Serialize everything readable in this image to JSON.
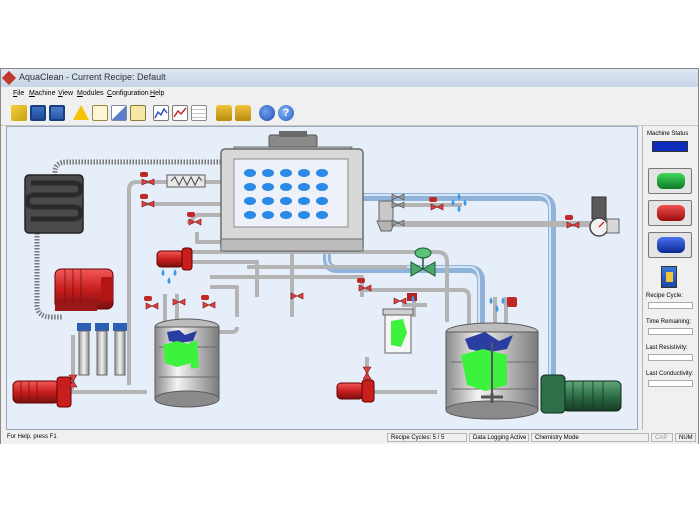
{
  "window": {
    "title": "AquaClean - Current Recipe: Default",
    "icon": "app-diamond-icon"
  },
  "menu": {
    "file": "File",
    "machine": "Machine",
    "view": "View",
    "modules": "Modules",
    "configuration": "Configuration",
    "help": "Help"
  },
  "toolbar": {
    "buttons": [
      "open-icon",
      "save-icon",
      "save-as-icon",
      "alarm-icon",
      "report-icon",
      "edit-icon",
      "log-icon",
      "chart-icon",
      "trend-icon",
      "grid-icon",
      "lock-icon",
      "unlock-icon",
      "connect-icon",
      "help-icon"
    ]
  },
  "side_panel": {
    "machine_status_label": "Machine Status",
    "machine_status_value": "",
    "start_button": "start-icon",
    "stop_button": "stop-icon",
    "pause_button": "pause-icon",
    "door_icon": "door-icon",
    "recipe_cycle_label": "Recipe Cycle:",
    "recipe_cycle_value": "",
    "time_remaining_label": "Time Remaining:",
    "time_remaining_value": "",
    "last_resistivity_label": "Last Resistivity:",
    "last_resistivity_value": "",
    "last_conductivity_label": "Last Conductivity:",
    "last_conductivity_value": ""
  },
  "status_bar": {
    "help_text": "For Help, press F1",
    "recipe_cycles": "Recipe Cycles:  5 / 5",
    "data_logging": "Data Logging Active",
    "mode": "Chemistry Mode",
    "cap": "CAP",
    "num": "NUM"
  },
  "colors": {
    "canvas_bg": "#e6eef9",
    "pipe_blue": "#8fb3d9",
    "pipe_gray": "#c8c8c8",
    "motor_red": "#d42b2b",
    "motor_green": "#2e7d4f",
    "liquid_green": "#3df23d",
    "foam_blue": "#2a3da0",
    "start_green": "#1fa83a",
    "stop_red": "#d81818",
    "pause_blue": "#1538c8"
  }
}
